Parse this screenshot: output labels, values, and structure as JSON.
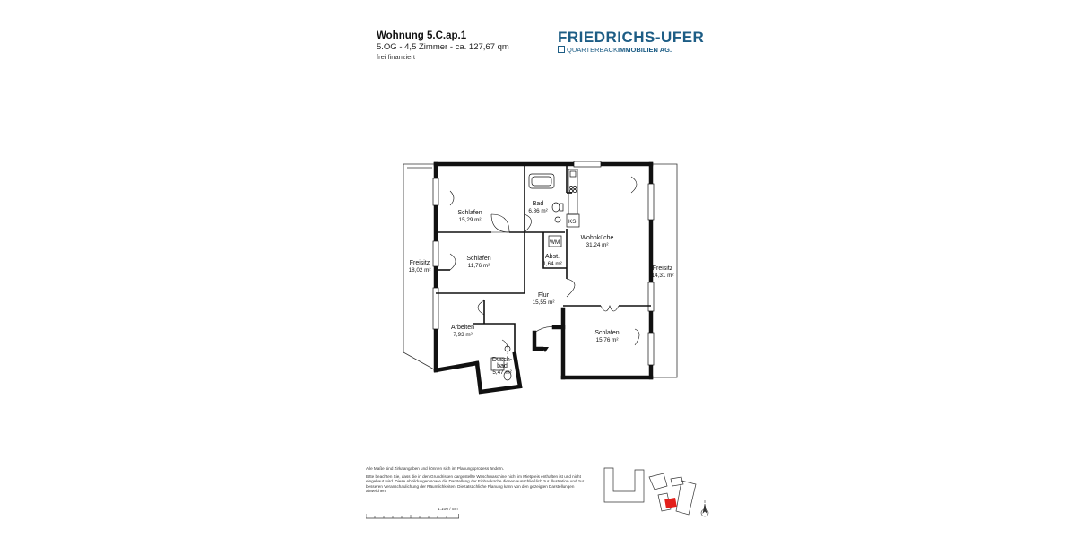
{
  "header": {
    "title": "Wohnung 5.C.ap.1",
    "subtitle": "5.OG - 4,5 Zimmer - ca. 127,67 qm",
    "financing": "frei finanziert"
  },
  "brand": {
    "name": "FRIEDRICHS-UFER",
    "sub_regular": "QUARTERBACK",
    "sub_bold": "IMMOBILIEN AG.",
    "color": "#1d5d85"
  },
  "rooms": [
    {
      "name": "Schlafen",
      "area": "15,29 m²"
    },
    {
      "name": "Bad",
      "area": "6,86 m²"
    },
    {
      "name": "Wohnküche",
      "area": "31,24 m²"
    },
    {
      "name": "Schlafen",
      "area": "11,76 m²"
    },
    {
      "name": "Abst.",
      "area": "1,64 m²"
    },
    {
      "name": "Freisitz",
      "area": "18,02 m²"
    },
    {
      "name": "Freisitz",
      "area": "14,31 m²"
    },
    {
      "name": "Flur",
      "area": "15,55 m²"
    },
    {
      "name": "Arbeiten",
      "area": "7,93 m²"
    },
    {
      "name": "Schlafen",
      "area": "15,76 m²"
    },
    {
      "name": "Dusch-",
      "area": "5,47 m²",
      "name2": "bad"
    }
  ],
  "fixtures": {
    "ks": "KS",
    "wm": "WM"
  },
  "notes": {
    "line1": "Alle Maße sind Zirkaangaben und können sich im Planungsprozess ändern.",
    "line2": "Bitte beachten Sie, dass die in den Grundrissen dargestellte Waschmaschine nicht im Mietpreis enthalten ist und nicht eingebaut wird. Diese Abbildungen sowie die Darstellung der Einbauküche dienen ausschließlich zur Illustration und zur besseren Veranschaulichung der Räumlichkeiten. Die tatsächliche Planung kann von den gezeigten Darstellungen abweichen."
  },
  "scale": {
    "label": "1:100 / 5m"
  },
  "colors": {
    "wall": "#111111",
    "highlight": "#e3201b"
  }
}
